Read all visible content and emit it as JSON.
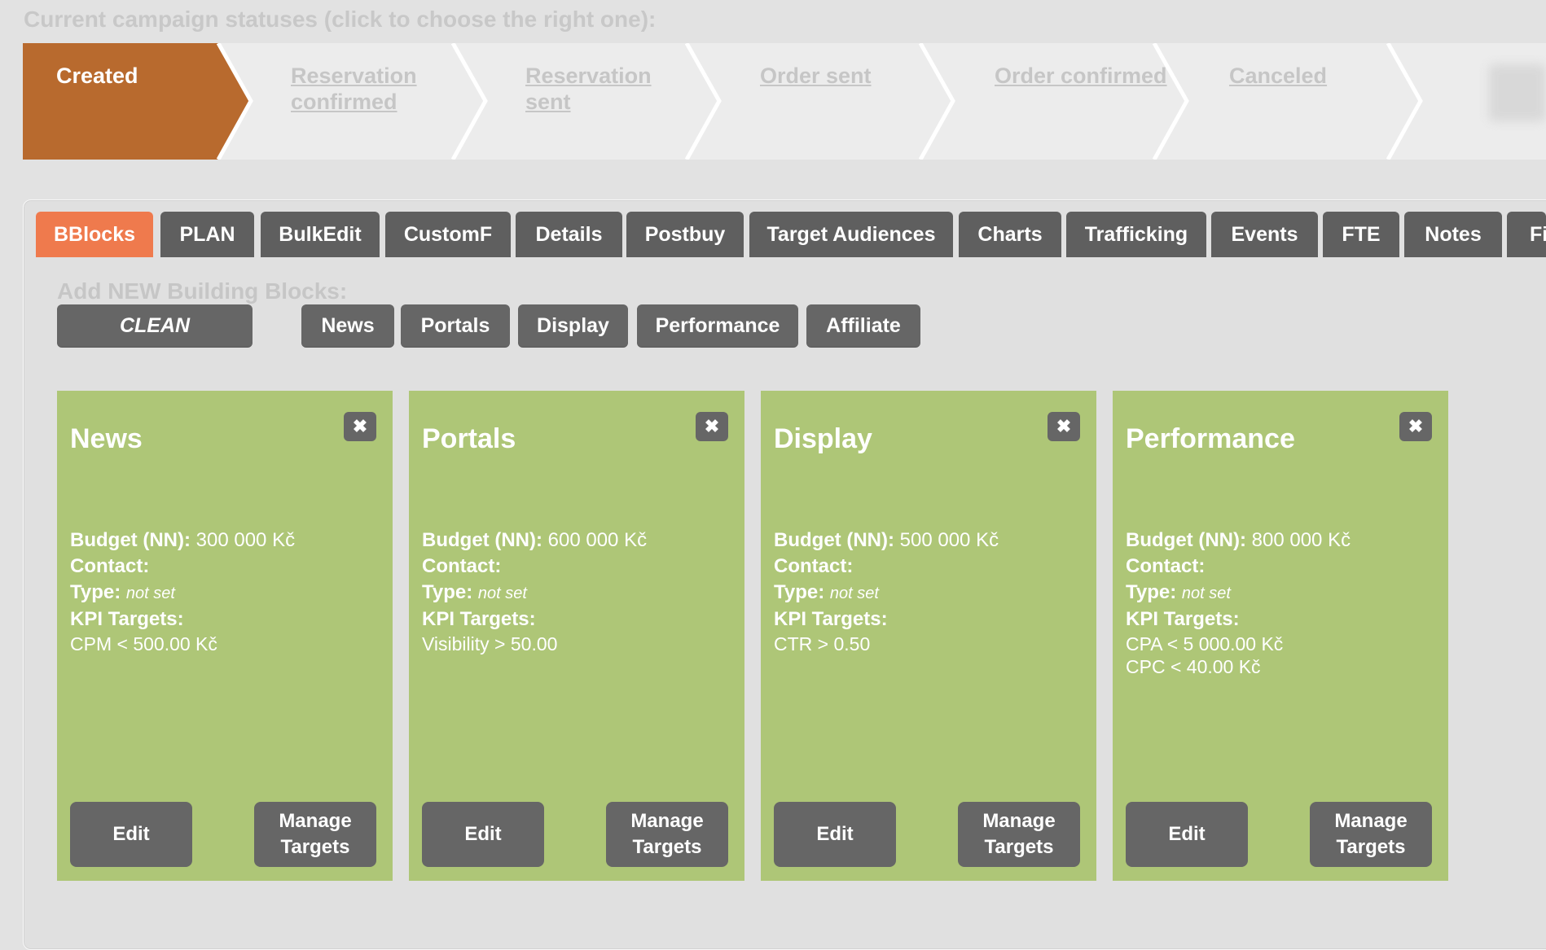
{
  "status_header": "Current campaign statuses (click to choose the right one):",
  "statuses": [
    {
      "line1": "Created",
      "line2": ""
    },
    {
      "line1": "Reservation",
      "line2": "confirmed"
    },
    {
      "line1": "Reservation",
      "line2": "sent"
    },
    {
      "line1": "Order sent",
      "line2": ""
    },
    {
      "line1": "Order confirmed",
      "line2": ""
    },
    {
      "line1": "Canceled",
      "line2": ""
    }
  ],
  "colors": {
    "active_status": "#b86a2e",
    "active_tab": "#ef7a4d",
    "card_bg": "#aec677",
    "button_bg": "#666666"
  },
  "tabs": [
    "BBlocks",
    "PLAN",
    "BulkEdit",
    "CustomF",
    "Details",
    "Postbuy",
    "Target Audiences",
    "Charts",
    "Trafficking",
    "Events",
    "FTE",
    "Notes",
    "Fil"
  ],
  "add_label": "Add NEW Building Blocks:",
  "add_buttons": [
    "CLEAN",
    "News",
    "Portals",
    "Display",
    "Performance",
    "Affiliate"
  ],
  "card_labels": {
    "budget": "Budget (NN):",
    "contact": "Contact:",
    "type": "Type:",
    "kpi": "KPI Targets:",
    "edit": "Edit",
    "manage1": "Manage",
    "manage2": "Targets",
    "close_icon": "✖"
  },
  "cards": [
    {
      "title": "News",
      "budget": "300 000 Kč",
      "contact": "",
      "type": "not set",
      "kpi": [
        "CPM < 500.00 Kč",
        ""
      ]
    },
    {
      "title": "Portals",
      "budget": "600 000 Kč",
      "contact": "",
      "type": "not set",
      "kpi": [
        "Visibility > 50.00",
        ""
      ]
    },
    {
      "title": "Display",
      "budget": "500 000 Kč",
      "contact": "",
      "type": "not set",
      "kpi": [
        "CTR > 0.50",
        ""
      ]
    },
    {
      "title": "Performance",
      "budget": "800 000 Kč",
      "contact": "",
      "type": "not set",
      "kpi": [
        "CPA < 5 000.00 Kč",
        "CPC < 40.00 Kč"
      ]
    }
  ]
}
